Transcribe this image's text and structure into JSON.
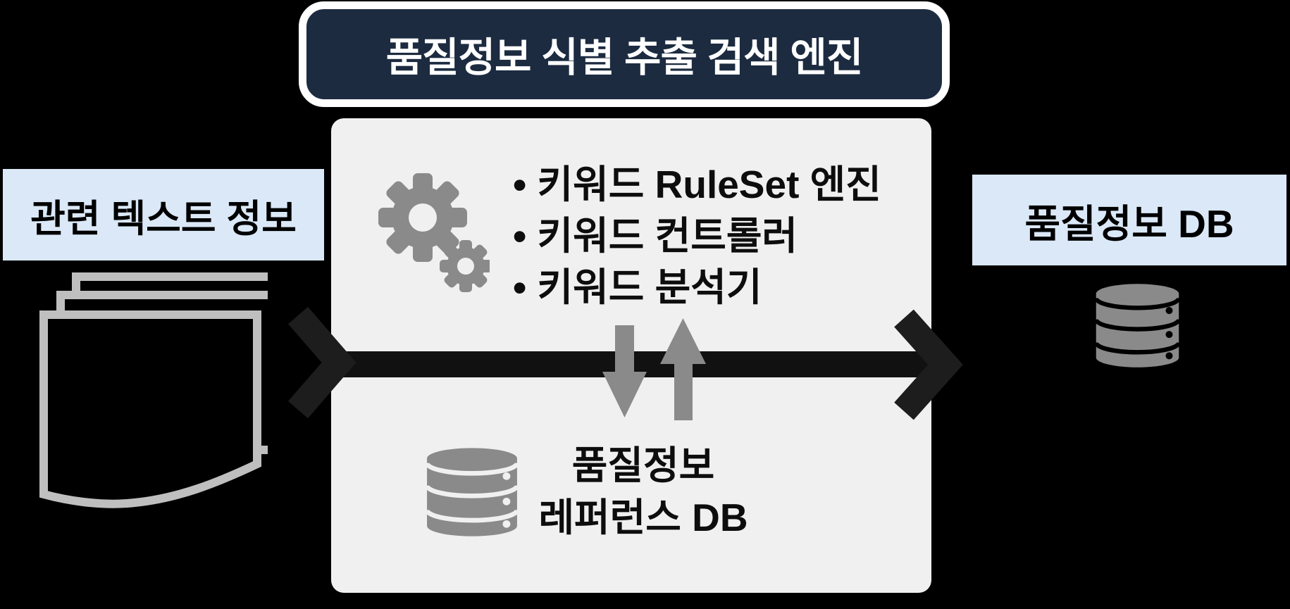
{
  "diagram_title": "품질정보 식별 추출 검색 엔진",
  "input_label": "관련 텍스트 정보",
  "engine_components": [
    "키워드 RuleSet 엔진",
    "키워드 컨트롤러",
    "키워드 분석기"
  ],
  "reference_db": {
    "line1": "품질정보",
    "line2": "레퍼런스 DB"
  },
  "output_label": "품질정보 DB",
  "icons": {
    "gears": "gears-icon",
    "documents": "document-stack-icon",
    "reference_database": "database-icon",
    "output_database": "database-icon",
    "flow_left": "chevron-right-icon",
    "flow_right": "chevron-right-icon",
    "down": "arrow-down-icon",
    "up": "arrow-up-icon"
  },
  "colors": {
    "navy": "#1C2B40",
    "light-blue": "#DBE8F7",
    "panel": "#F0F0F0",
    "icon-gray": "#8A8A8A",
    "doc-gray": "#BFBFBF",
    "ink": "#111111"
  }
}
